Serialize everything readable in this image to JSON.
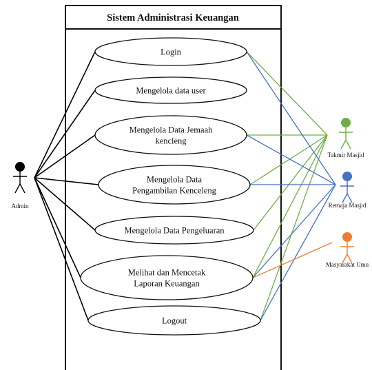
{
  "system": {
    "title": "Sistem Administrasi Keuangan"
  },
  "use_cases": [
    {
      "id": "login",
      "lines": [
        "Login"
      ]
    },
    {
      "id": "user",
      "lines": [
        "Mengelola data user"
      ]
    },
    {
      "id": "jemaah",
      "lines": [
        "Mengelola Data Jemaah",
        "kencleng"
      ]
    },
    {
      "id": "pengambilan",
      "lines": [
        "Mengelola Data",
        "Pengambilan Kenceleng"
      ]
    },
    {
      "id": "pengeluaran",
      "lines": [
        "Mengelola Data Pengeluaran"
      ]
    },
    {
      "id": "laporan",
      "lines": [
        "Melihat dan  Mencetak",
        "Laporan Keuangan"
      ]
    },
    {
      "id": "logout",
      "lines": [
        "Logout"
      ]
    }
  ],
  "actors": [
    {
      "id": "admin",
      "label": "Admin",
      "color": "#000000"
    },
    {
      "id": "takmir",
      "label": "Takmir Masjid",
      "color": "#70ad47"
    },
    {
      "id": "remaja",
      "label": "Remaja Masjid",
      "color": "#4472c4"
    },
    {
      "id": "masyarakat",
      "label": "Masyarakat Umu",
      "color": "#ed7d31"
    }
  ],
  "associations": {
    "admin": [
      "login",
      "user",
      "jemaah",
      "pengambilan",
      "pengeluaran",
      "laporan",
      "logout"
    ],
    "takmir": [
      "login",
      "jemaah",
      "pengambilan",
      "pengeluaran",
      "laporan",
      "logout"
    ],
    "remaja": [
      "login",
      "jemaah",
      "pengambilan",
      "laporan",
      "logout"
    ],
    "masyarakat": [
      "laporan"
    ]
  }
}
